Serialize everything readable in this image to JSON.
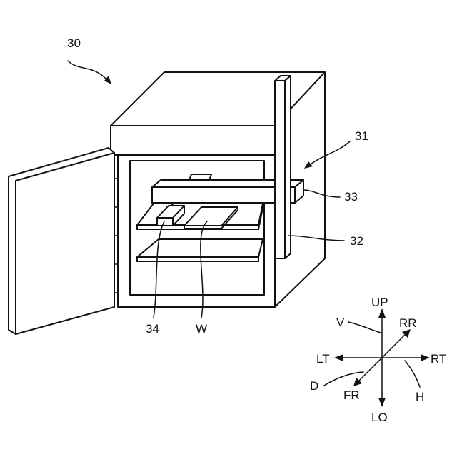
{
  "labels": {
    "cabinet": "30",
    "side_panel": "31",
    "rail": "32",
    "arm": "33",
    "gripper": "34",
    "wafer": "W"
  },
  "axes": {
    "up": "UP",
    "down": "LO",
    "left": "LT",
    "right": "RT",
    "rear": "RR",
    "front": "FR",
    "vertical": "V",
    "horizontal": "H",
    "depth": "D"
  }
}
